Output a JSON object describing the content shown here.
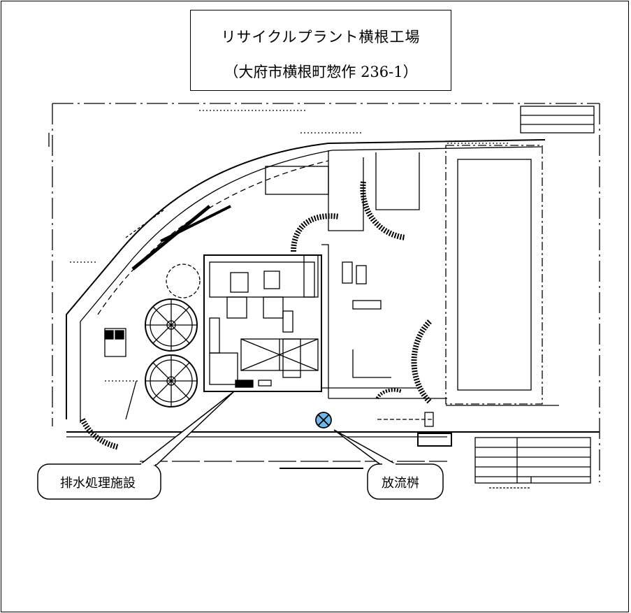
{
  "title": {
    "line1": "リサイクルプラント横根工場",
    "line2": "（大府市横根町惣作 236-1）"
  },
  "callouts": {
    "drainage_facility": "排水処理施設",
    "outlet": "放流桝"
  },
  "colors": {
    "line": "#000000",
    "outlet_fill": "#6fb8e8",
    "background": "#ffffff"
  },
  "icons": {
    "outlet_marker": "circled-x-icon"
  }
}
